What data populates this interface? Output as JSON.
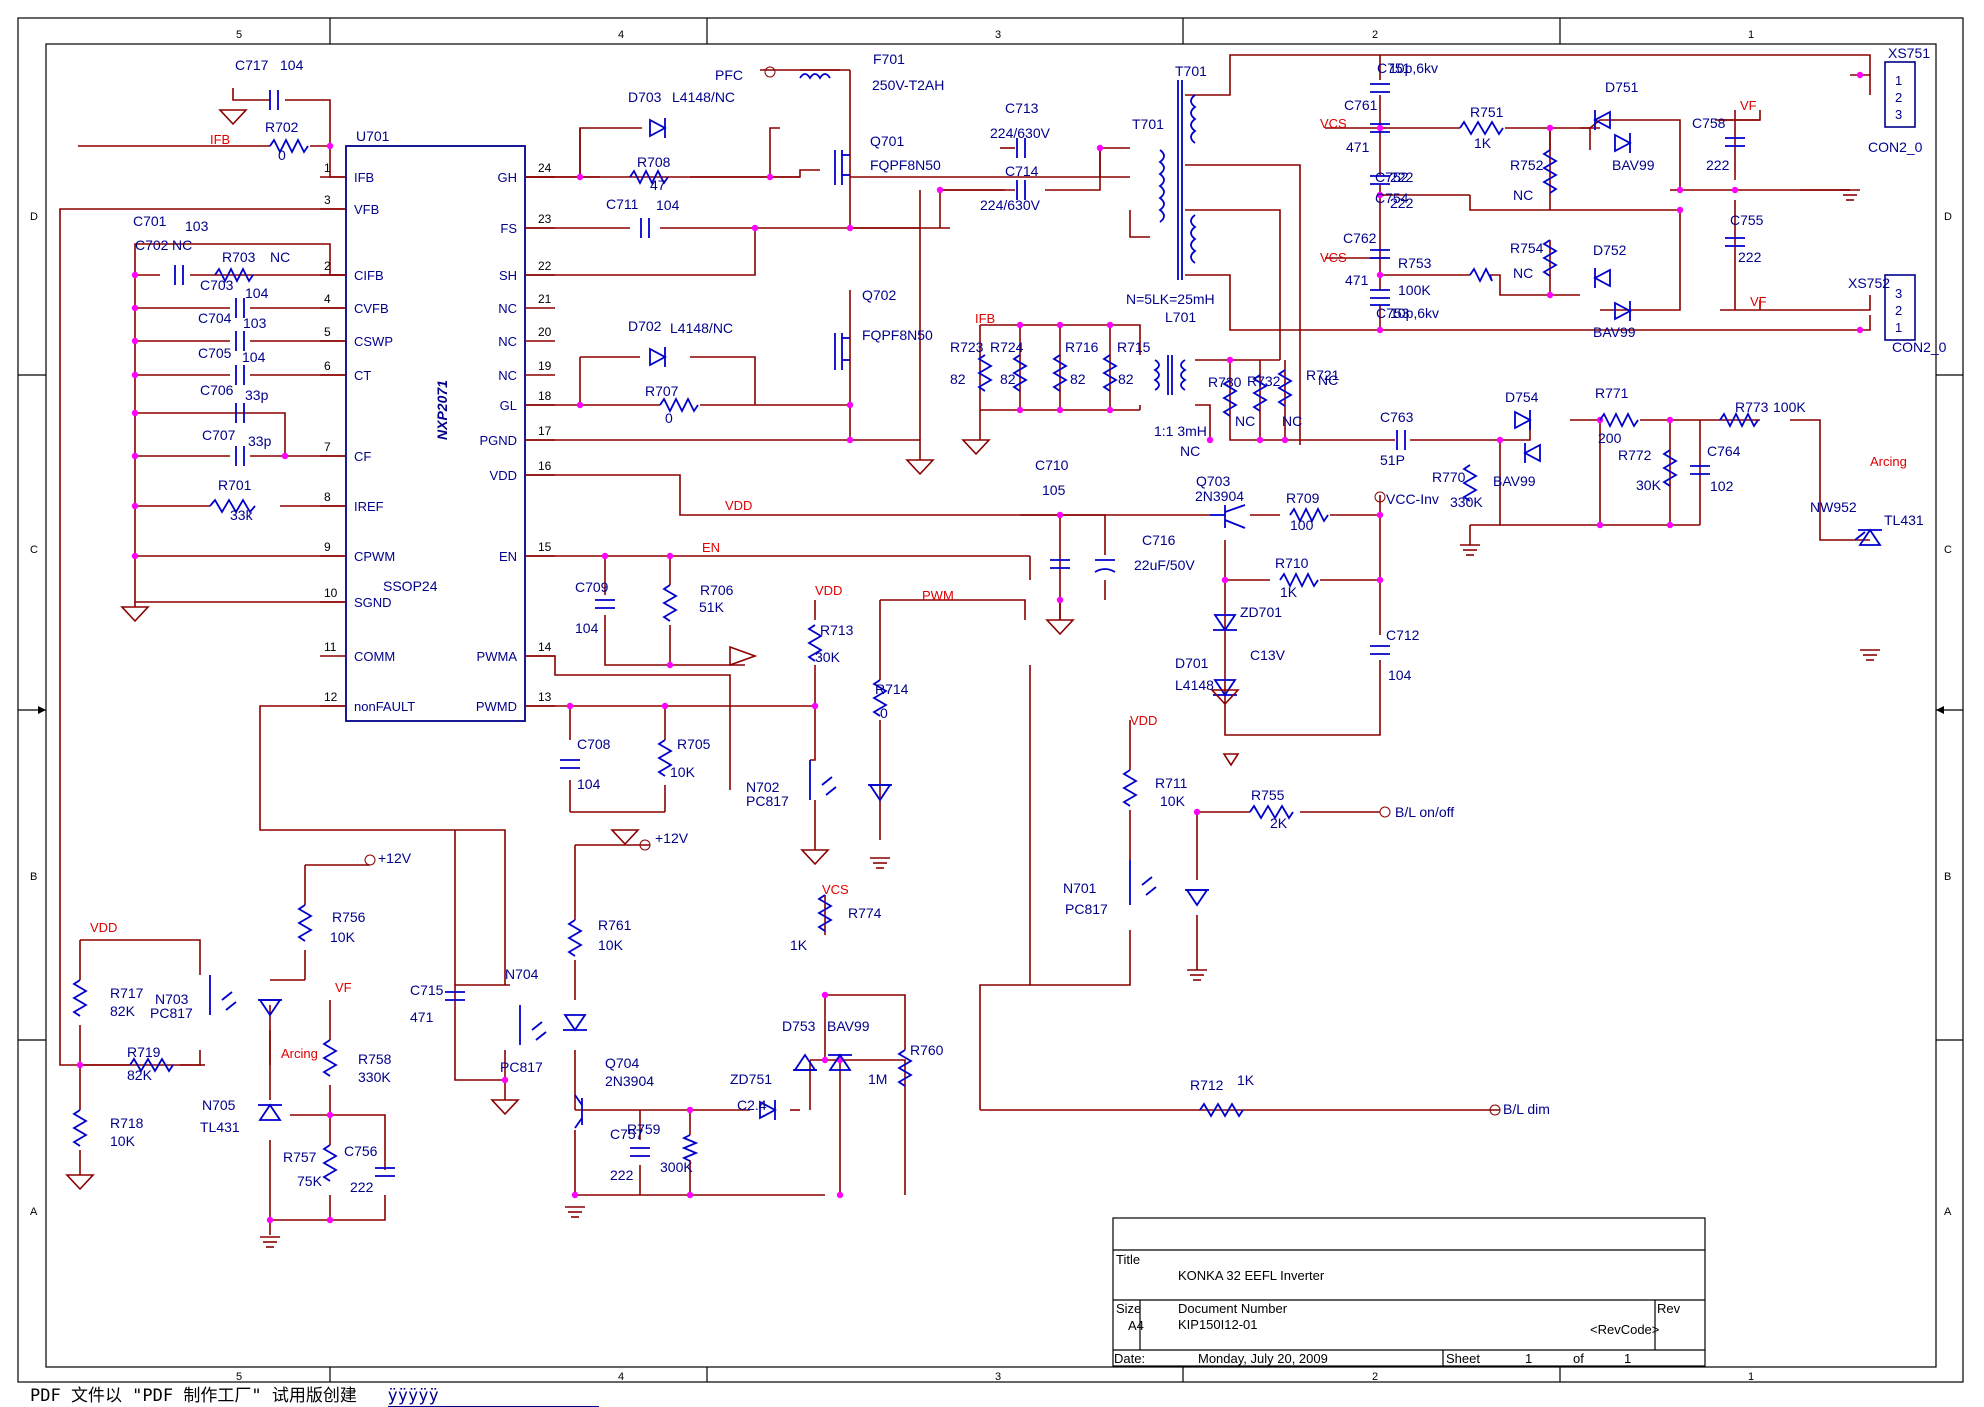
{
  "ic": {
    "ref": "U701",
    "part": "NXP2071",
    "package": "SSOP24",
    "left_pins": [
      [
        "1",
        "IFB"
      ],
      [
        "3",
        "VFB"
      ],
      [
        "2",
        "CIFB"
      ],
      [
        "4",
        "CVFB"
      ],
      [
        "5",
        "CSWP"
      ],
      [
        "6",
        "CT"
      ],
      [
        "7",
        "CF"
      ],
      [
        "8",
        "IREF"
      ],
      [
        "9",
        "CPWM"
      ],
      [
        "10",
        "SGND"
      ],
      [
        "11",
        "COMM"
      ],
      [
        "12",
        "nonFAULT"
      ]
    ],
    "right_pins": [
      [
        "24",
        "GH"
      ],
      [
        "23",
        "FS"
      ],
      [
        "22",
        "SH"
      ],
      [
        "21",
        "NC"
      ],
      [
        "20",
        "NC"
      ],
      [
        "19",
        "NC"
      ],
      [
        "18",
        "GL"
      ],
      [
        "17",
        "PGND"
      ],
      [
        "16",
        "VDD"
      ],
      [
        "15",
        "EN"
      ],
      [
        "14",
        "PWMA"
      ],
      [
        "13",
        "PWMD"
      ]
    ]
  },
  "labels": [
    [
      "C717",
      "104"
    ],
    [
      "R702",
      "0"
    ],
    [
      "C701",
      "103"
    ],
    [
      "C702",
      "NC"
    ],
    [
      "R703",
      "NC"
    ],
    [
      "C703",
      "104"
    ],
    [
      "C704",
      "103"
    ],
    [
      "C705",
      "104"
    ],
    [
      "C706",
      "33p"
    ],
    [
      "C707",
      "33p"
    ],
    [
      "R701",
      "33k"
    ],
    [
      "D703",
      "L4148/NC"
    ],
    [
      "R708",
      "47"
    ],
    [
      "C711",
      "104"
    ],
    [
      "D702",
      "L4148/NC"
    ],
    [
      "R707",
      "0"
    ],
    [
      "F701",
      "250V-T2AH"
    ],
    [
      "Q701",
      "FQPF8N50"
    ],
    [
      "Q702",
      "FQPF8N50"
    ],
    [
      "C713",
      "224/630V"
    ],
    [
      "C714",
      "224/630V"
    ],
    [
      "T701",
      "T701"
    ],
    [
      "N=5",
      "LK=25mH"
    ],
    [
      "L701",
      ""
    ],
    [
      "C751",
      "10p,6kv"
    ],
    [
      "C761",
      "471"
    ],
    [
      "C752",
      "222"
    ],
    [
      "C754",
      "222"
    ],
    [
      "C762",
      "471"
    ],
    [
      "C753",
      "10p,6kv"
    ],
    [
      "R751",
      "1K"
    ],
    [
      "R752",
      "NC"
    ],
    [
      "R754",
      "NC"
    ],
    [
      "R753",
      "100K"
    ],
    [
      "D751",
      "BAV99"
    ],
    [
      "D752",
      "BAV99"
    ],
    [
      "C758",
      "222"
    ],
    [
      "C755",
      "222"
    ],
    [
      "XS751",
      "CON2_0"
    ],
    [
      "XS752",
      "CON2_0"
    ],
    [
      "R723",
      "82"
    ],
    [
      "R724",
      "82"
    ],
    [
      "R716",
      "82"
    ],
    [
      "R715",
      "82"
    ],
    [
      "R730",
      "NC"
    ],
    [
      "R732",
      "NC"
    ],
    [
      "R721",
      "NC"
    ],
    [
      "1:1 3mH",
      "NC"
    ],
    [
      "C763",
      "51P"
    ],
    [
      "D754",
      "BAV99"
    ],
    [
      "R771",
      "200"
    ],
    [
      "R772",
      "30K"
    ],
    [
      "C764",
      "102"
    ],
    [
      "R773",
      "100K"
    ],
    [
      "R770",
      "330K"
    ],
    [
      "NW952",
      "TL431"
    ],
    [
      "C710",
      "105"
    ],
    [
      "C716",
      "22uF/50V"
    ],
    [
      "Q703",
      "2N3904"
    ],
    [
      "R709",
      "100"
    ],
    [
      "R710",
      "1K"
    ],
    [
      "ZD701",
      "C13V"
    ],
    [
      "D701",
      "L4148"
    ],
    [
      "C712",
      "104"
    ],
    [
      "C709",
      "104"
    ],
    [
      "R706",
      "51K"
    ],
    [
      "R713",
      "30K"
    ],
    [
      "R714",
      "0"
    ],
    [
      "N702",
      "PC817"
    ],
    [
      "C708",
      "104"
    ],
    [
      "R705",
      "10K"
    ],
    [
      "R711",
      "10K"
    ],
    [
      "R755",
      "2K"
    ],
    [
      "N701",
      "PC817"
    ],
    [
      "R712",
      "1K"
    ],
    [
      "R756",
      "10K"
    ],
    [
      "N703",
      "PC817"
    ],
    [
      "R717",
      "82K"
    ],
    [
      "R719",
      "82K"
    ],
    [
      "R718",
      "10K"
    ],
    [
      "N705",
      "TL431"
    ],
    [
      "R758",
      "330K"
    ],
    [
      "R757",
      "75K"
    ],
    [
      "C756",
      "222"
    ],
    [
      "C715",
      "471"
    ],
    [
      "N704",
      "PC817"
    ],
    [
      "R761",
      "10K"
    ],
    [
      "Q704",
      "2N3904"
    ],
    [
      "C757",
      "222"
    ],
    [
      "R759",
      "300K"
    ],
    [
      "ZD751",
      "C2.4"
    ],
    [
      "D753",
      "BAV99"
    ],
    [
      "R774",
      "1K"
    ],
    [
      "R760",
      "1M"
    ]
  ],
  "nets": {
    "pfc": "PFC",
    "ifb": "IFB",
    "vdd": "VDD",
    "en": "EN",
    "pwm": "PWM",
    "vcs": "VCS",
    "vf": "VF",
    "arcing": "Arcing",
    "vccinv": "VCC-Inv",
    "p12": "+12V",
    "blonoff": "B/L on/off",
    "bldim": "B/L dim"
  },
  "zones": {
    "cols": [
      "5",
      "4",
      "3",
      "2",
      "1"
    ],
    "rows": [
      "D",
      "C",
      "B",
      "A"
    ]
  },
  "titleblock": {
    "title_label": "Title",
    "title": "KONKA 32 EEFL Inverter",
    "size_label": "Size",
    "size": "A4",
    "docnum_label": "Document Number",
    "docnum": "KIP150I12-01",
    "rev_label": "Rev",
    "rev": "<RevCode>",
    "date_label": "Date:",
    "date": "Monday, July 20, 2009",
    "sheet_label": "Sheet",
    "sheet": "1",
    "of_label": "of",
    "of": "1"
  },
  "footer": {
    "text": "PDF 文件以 \"PDF 制作工厂\" 试用版创建",
    "link": "ÿÿÿÿÿ"
  }
}
